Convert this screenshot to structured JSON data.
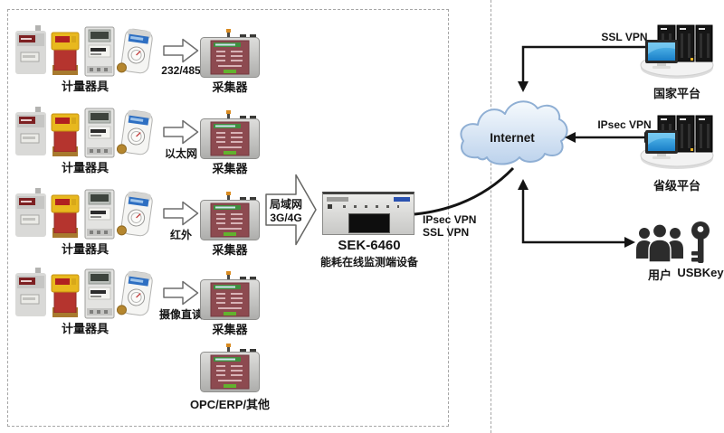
{
  "left_panel": {
    "rows": [
      {
        "meters_label": "计量器具",
        "link_label": "232/485",
        "collector_label": "采集器"
      },
      {
        "meters_label": "计量器具",
        "link_label": "以太网",
        "collector_label": "采集器"
      },
      {
        "meters_label": "计量器具",
        "link_label": "红外",
        "collector_label": "采集器"
      },
      {
        "meters_label": "计量器具",
        "link_label": "摄像直读",
        "collector_label": "采集器"
      }
    ],
    "extra_collector_label": "OPC/ERP/其他"
  },
  "gateway": {
    "uplink_line1": "局域网",
    "uplink_line2": "3G/4G",
    "device_model": "SEK-6460",
    "device_name": "能耗在线监测端设备",
    "vpn_line1": "IPsec VPN",
    "vpn_line2": "SSL VPN"
  },
  "cloud": {
    "label": "Internet"
  },
  "platforms": {
    "national": {
      "link_label": "SSL VPN",
      "name": "国家平台"
    },
    "provincial": {
      "link_label": "IPsec VPN",
      "name": "省级平台"
    }
  },
  "users": {
    "name": "用户",
    "usbkey": "USBKey"
  },
  "colors": {
    "cloud_fill_top": "#f5f9fd",
    "cloud_fill_bottom": "#bcd2ec",
    "cloud_stroke": "#8fafd4",
    "line_black": "#141414",
    "collector_panel_red": "#8d4a50",
    "accent_green": "#4f9e3c",
    "monitor_screen_blue": "#2f9fe0",
    "silhouette_black": "#2c2c2c"
  }
}
